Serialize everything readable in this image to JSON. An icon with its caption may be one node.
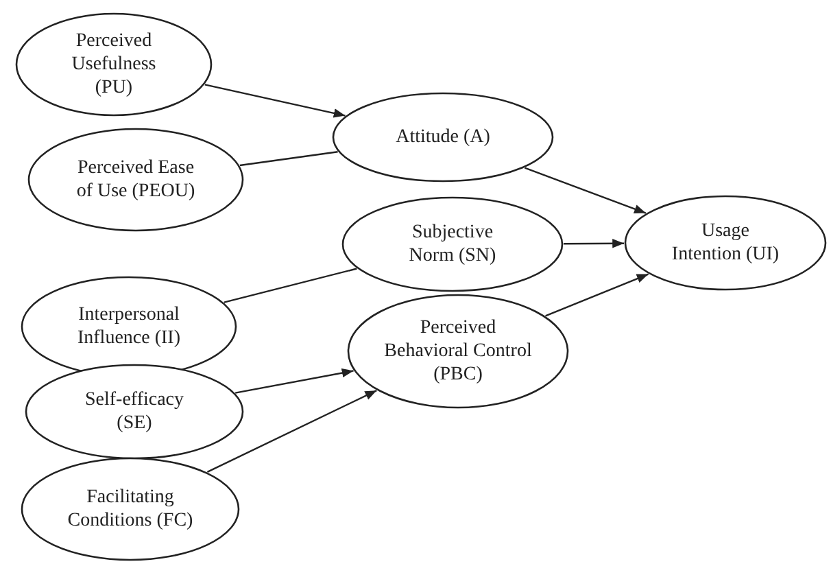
{
  "diagram": {
    "nodes": [
      {
        "text": [
          "Perceived Usefulness (PU)"
        ]
      },
      {
        "text": [
          "Perceived Ease of Use (PEOU)"
        ]
      },
      {
        "text": [
          "Attitude (A)"
        ]
      },
      {
        "text": [
          "Subjective Norm (SN)"
        ]
      },
      {
        "text": [
          "Interpersonal Influence (II)"
        ]
      },
      {
        "text": [
          "Usage Intention (UI)"
        ]
      },
      {
        "text": [
          "Perceived Behavioral Control (PBC)"
        ]
      },
      {
        "text": [
          "Self-efficacy (SE)"
        ]
      },
      {
        "text": [
          "Facilitating Conditions (FC)"
        ]
      }
    ],
    "edges": [
      {
        "from": 0,
        "to": 2,
        "arrow": "to"
      },
      {
        "from": 1,
        "to": 2,
        "arrow": "none"
      },
      {
        "from": 4,
        "to": 3,
        "arrow": "none"
      },
      {
        "from": 2,
        "to": 5,
        "arrow": "to"
      },
      {
        "from": 3,
        "to": 5,
        "arrow": "to"
      },
      {
        "from": 6,
        "to": 5,
        "arrow": "to"
      },
      {
        "from": 7,
        "to": 6,
        "arrow": "to"
      },
      {
        "from": 8,
        "to": 6,
        "arrow": "to"
      }
    ]
  }
}
